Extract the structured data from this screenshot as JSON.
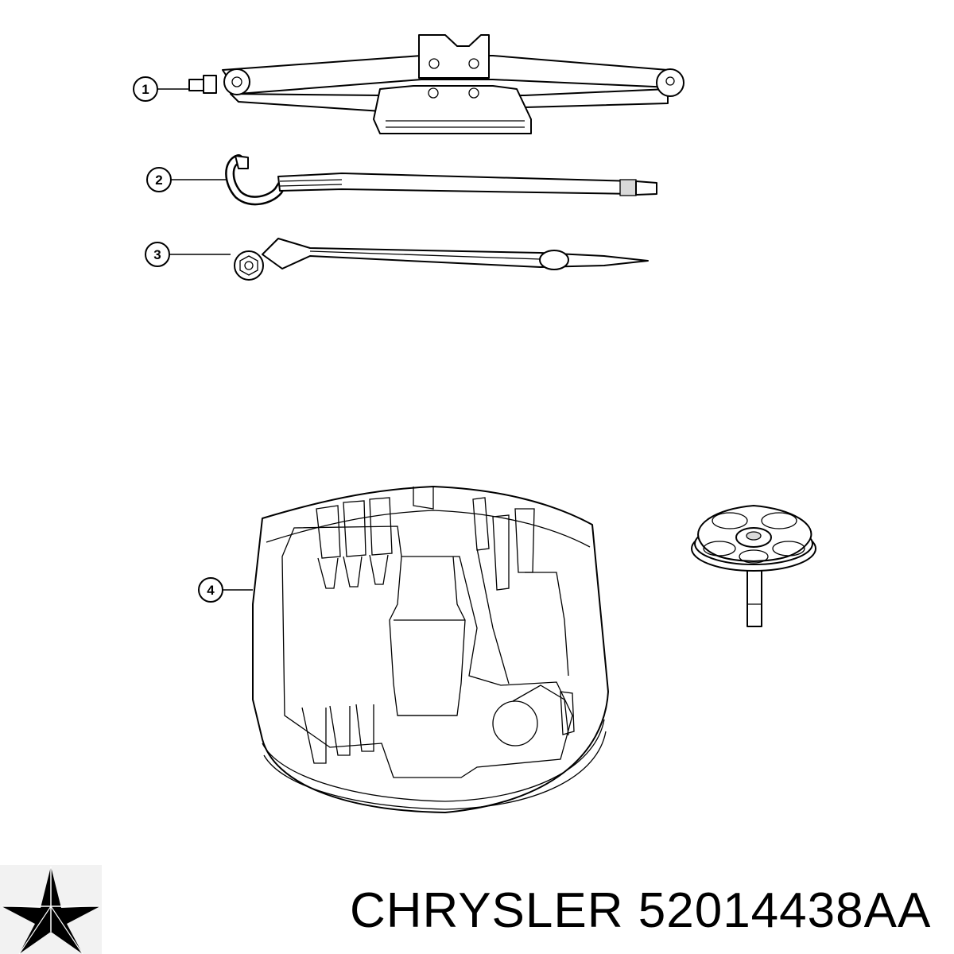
{
  "callouts": [
    {
      "id": "1",
      "label": "1"
    },
    {
      "id": "2",
      "label": "2"
    },
    {
      "id": "3",
      "label": "3"
    },
    {
      "id": "4",
      "label": "4"
    }
  ],
  "parts": {
    "jack": {
      "icon": "scissor-jack-icon"
    },
    "jack_handle": {
      "icon": "jack-handle-icon"
    },
    "lug_wrench": {
      "icon": "lug-wrench-icon"
    },
    "tool_tray": {
      "icon": "tool-tray-icon"
    },
    "wing_bolt": {
      "icon": "wing-bolt-icon"
    }
  },
  "brand": {
    "logo": "chrysler-star-logo",
    "text": "CHRYSLER 52014438AA"
  }
}
